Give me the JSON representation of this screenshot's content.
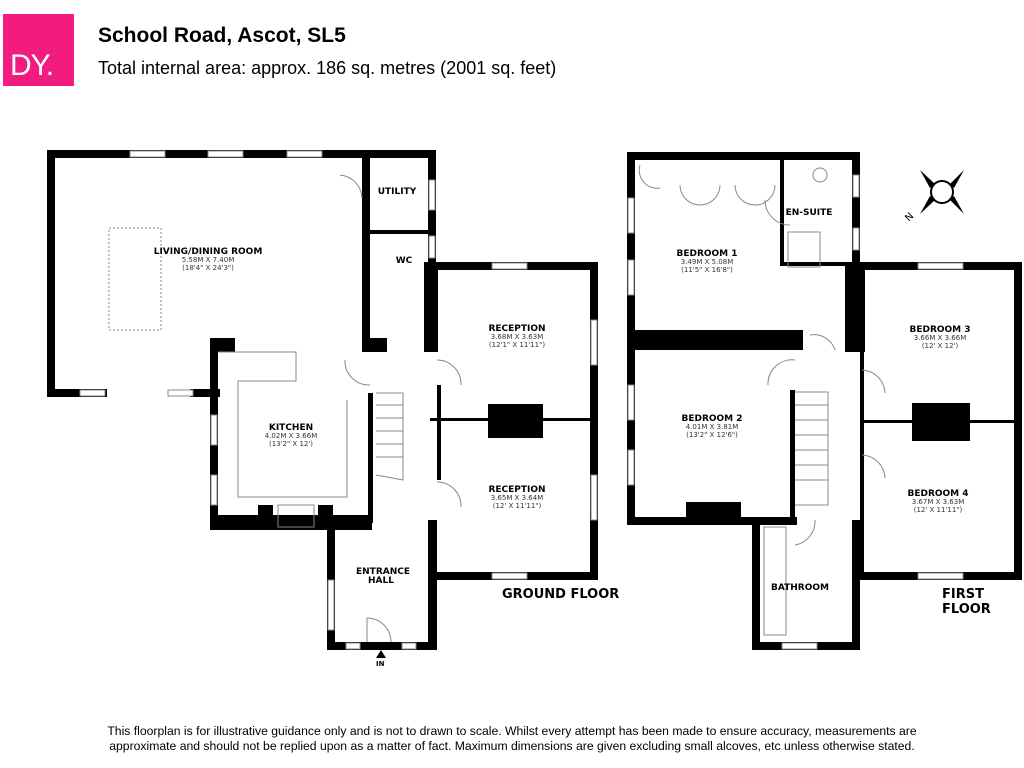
{
  "brand": {
    "logo_text": "DY.",
    "color": "#f21b7f"
  },
  "header": {
    "title": "School Road, Ascot, SL5",
    "subtitle": "Total internal area: approx. 186 sq. metres (2001 sq. feet)"
  },
  "ground_floor": {
    "label": "GROUND FLOOR",
    "entrance_marker": "IN",
    "rooms": [
      {
        "name": "LIVING/DINING ROOM",
        "metric": "5.58M X 7.40M",
        "imperial": "(18'4\" X 24'3\")"
      },
      {
        "name": "UTILITY"
      },
      {
        "name": "WC"
      },
      {
        "name": "KITCHEN",
        "metric": "4.02M X 3.66M",
        "imperial": "(13'2\" X 12')"
      },
      {
        "name": "RECEPTION",
        "metric": "3.68M X 3.63M",
        "imperial": "(12'1\" X 11'11\")"
      },
      {
        "name": "RECEPTION",
        "metric": "3.65M X 3.64M",
        "imperial": "(12' X 11'11\")"
      },
      {
        "name": "ENTRANCE HALL"
      }
    ]
  },
  "first_floor": {
    "label": "FIRST FLOOR",
    "compass": "N",
    "rooms": [
      {
        "name": "BEDROOM 1",
        "metric": "3.49M X 5.08M",
        "imperial": "(11'5\" X 16'8\")"
      },
      {
        "name": "EN-SUITE"
      },
      {
        "name": "BEDROOM 2",
        "metric": "4.01M X 3.81M",
        "imperial": "(13'2\" X 12'6\")"
      },
      {
        "name": "BEDROOM 3",
        "metric": "3.66M X 3.66M",
        "imperial": "(12' X 12')"
      },
      {
        "name": "BEDROOM 4",
        "metric": "3.67M X 3.63M",
        "imperial": "(12' X 11'11\")"
      },
      {
        "name": "BATHROOM"
      }
    ]
  },
  "disclaimer": {
    "line1": "This floorplan is for illustrative guidance only and is not to drawn to scale. Whilst every attempt has been made to ensure accuracy, measurements are",
    "line2": "approximate and should not be replied upon as a matter of fact. Maximum dimensions are given excluding small alcoves, etc unless otherwise stated."
  }
}
